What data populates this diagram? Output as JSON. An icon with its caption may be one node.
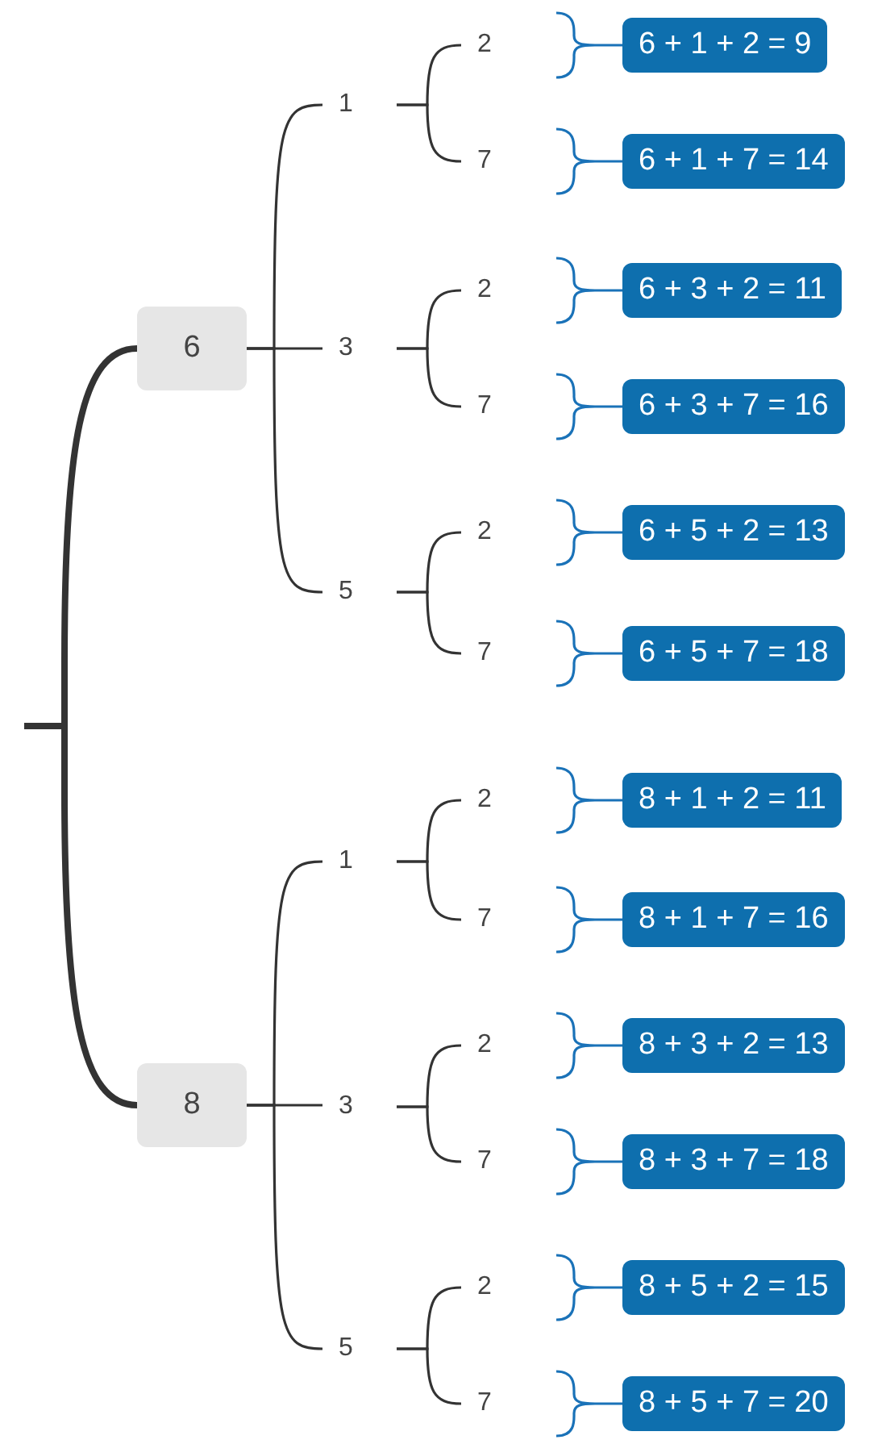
{
  "diagram": {
    "nodes": [
      {
        "text": [
          "6"
        ]
      },
      {
        "text": [
          "1"
        ]
      },
      {
        "text": [
          "2"
        ]
      },
      {
        "text": [
          "6 + 1 + 2 = 9"
        ]
      },
      {
        "text": [
          "7"
        ]
      },
      {
        "text": [
          "6 + 1 + 7 = 14"
        ]
      },
      {
        "text": [
          "3"
        ]
      },
      {
        "text": [
          "2"
        ]
      },
      {
        "text": [
          "6 + 3 + 2 = 11"
        ]
      },
      {
        "text": [
          "7"
        ]
      },
      {
        "text": [
          "6 + 3 + 7 = 16"
        ]
      },
      {
        "text": [
          "5"
        ]
      },
      {
        "text": [
          "2"
        ]
      },
      {
        "text": [
          "6 + 5 + 2 = 13"
        ]
      },
      {
        "text": [
          "7"
        ]
      },
      {
        "text": [
          "6 + 5 + 7 = 18"
        ]
      },
      {
        "text": [
          "8"
        ]
      },
      {
        "text": [
          "1"
        ]
      },
      {
        "text": [
          "2"
        ]
      },
      {
        "text": [
          "8 + 1 + 2 = 11"
        ]
      },
      {
        "text": [
          "7"
        ]
      },
      {
        "text": [
          "8 + 1 + 7 = 16"
        ]
      },
      {
        "text": [
          "3"
        ]
      },
      {
        "text": [
          "2"
        ]
      },
      {
        "text": [
          "8 + 3 + 2 = 13"
        ]
      },
      {
        "text": [
          "7"
        ]
      },
      {
        "text": [
          "8 + 3 + 7 = 18"
        ]
      },
      {
        "text": [
          "5"
        ]
      },
      {
        "text": [
          "2"
        ]
      },
      {
        "text": [
          "8 + 5 + 2 = 15"
        ]
      },
      {
        "text": [
          "7"
        ]
      },
      {
        "text": [
          "8 + 5 + 7 = 20"
        ]
      }
    ],
    "edges": [
      {
        "from": null,
        "to": 0,
        "arrow": "none",
        "style": "thick"
      },
      {
        "from": null,
        "to": 16,
        "arrow": "none",
        "style": "thick"
      },
      {
        "from": 0,
        "to": 1,
        "arrow": "none"
      },
      {
        "from": 1,
        "to": 2,
        "arrow": "none"
      },
      {
        "from": 2,
        "to": 3,
        "arrow": "none",
        "color": "#1a72b8"
      },
      {
        "from": 1,
        "to": 4,
        "arrow": "none"
      },
      {
        "from": 4,
        "to": 5,
        "arrow": "none",
        "color": "#1a72b8"
      },
      {
        "from": 0,
        "to": 6,
        "arrow": "none"
      },
      {
        "from": 6,
        "to": 7,
        "arrow": "none"
      },
      {
        "from": 7,
        "to": 8,
        "arrow": "none",
        "color": "#1a72b8"
      },
      {
        "from": 6,
        "to": 9,
        "arrow": "none"
      },
      {
        "from": 9,
        "to": 10,
        "arrow": "none",
        "color": "#1a72b8"
      },
      {
        "from": 0,
        "to": 11,
        "arrow": "none"
      },
      {
        "from": 11,
        "to": 12,
        "arrow": "none"
      },
      {
        "from": 12,
        "to": 13,
        "arrow": "none",
        "color": "#1a72b8"
      },
      {
        "from": 11,
        "to": 14,
        "arrow": "none"
      },
      {
        "from": 14,
        "to": 15,
        "arrow": "none",
        "color": "#1a72b8"
      },
      {
        "from": 16,
        "to": 17,
        "arrow": "none"
      },
      {
        "from": 17,
        "to": 18,
        "arrow": "none"
      },
      {
        "from": 18,
        "to": 19,
        "arrow": "none",
        "color": "#1a72b8"
      },
      {
        "from": 17,
        "to": 20,
        "arrow": "none"
      },
      {
        "from": 20,
        "to": 21,
        "arrow": "none",
        "color": "#1a72b8"
      },
      {
        "from": 16,
        "to": 22,
        "arrow": "none"
      },
      {
        "from": 22,
        "to": 23,
        "arrow": "none"
      },
      {
        "from": 23,
        "to": 24,
        "arrow": "none",
        "color": "#1a72b8"
      },
      {
        "from": 22,
        "to": 25,
        "arrow": "none"
      },
      {
        "from": 25,
        "to": 26,
        "arrow": "none",
        "color": "#1a72b8"
      },
      {
        "from": 16,
        "to": 27,
        "arrow": "none"
      },
      {
        "from": 27,
        "to": 28,
        "arrow": "none"
      },
      {
        "from": 28,
        "to": 29,
        "arrow": "none",
        "color": "#1a72b8"
      },
      {
        "from": 27,
        "to": 30,
        "arrow": "none"
      },
      {
        "from": 30,
        "to": 31,
        "arrow": "none",
        "color": "#1a72b8"
      }
    ]
  }
}
